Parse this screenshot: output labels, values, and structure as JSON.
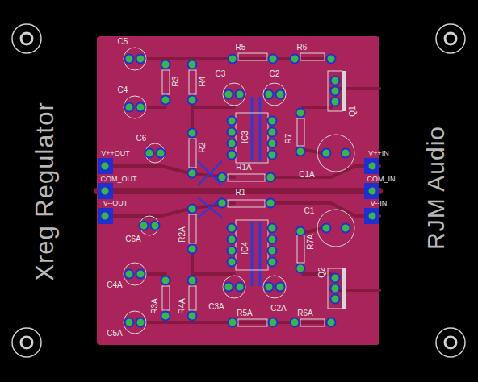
{
  "diagram": {
    "labels": [
      "Xreg Regulator",
      "RJM Audio",
      "C5",
      "R5",
      "R6",
      "C4",
      "R3",
      "R4",
      "C3",
      "C2",
      "Q1",
      "IC3",
      "R7",
      "C6",
      "R2",
      "R1A",
      "R1",
      "C1A",
      "V++OUT",
      "COM_OUT",
      "V--OUT",
      "V++IN",
      "COM_IN",
      "V--IN",
      "C6A",
      "R2A",
      "IC4",
      "R7A",
      "C1",
      "C4A",
      "R3A",
      "R4A",
      "C3A",
      "R5A",
      "C2A",
      "R6A",
      "C5A",
      "Q2"
    ]
  }
}
